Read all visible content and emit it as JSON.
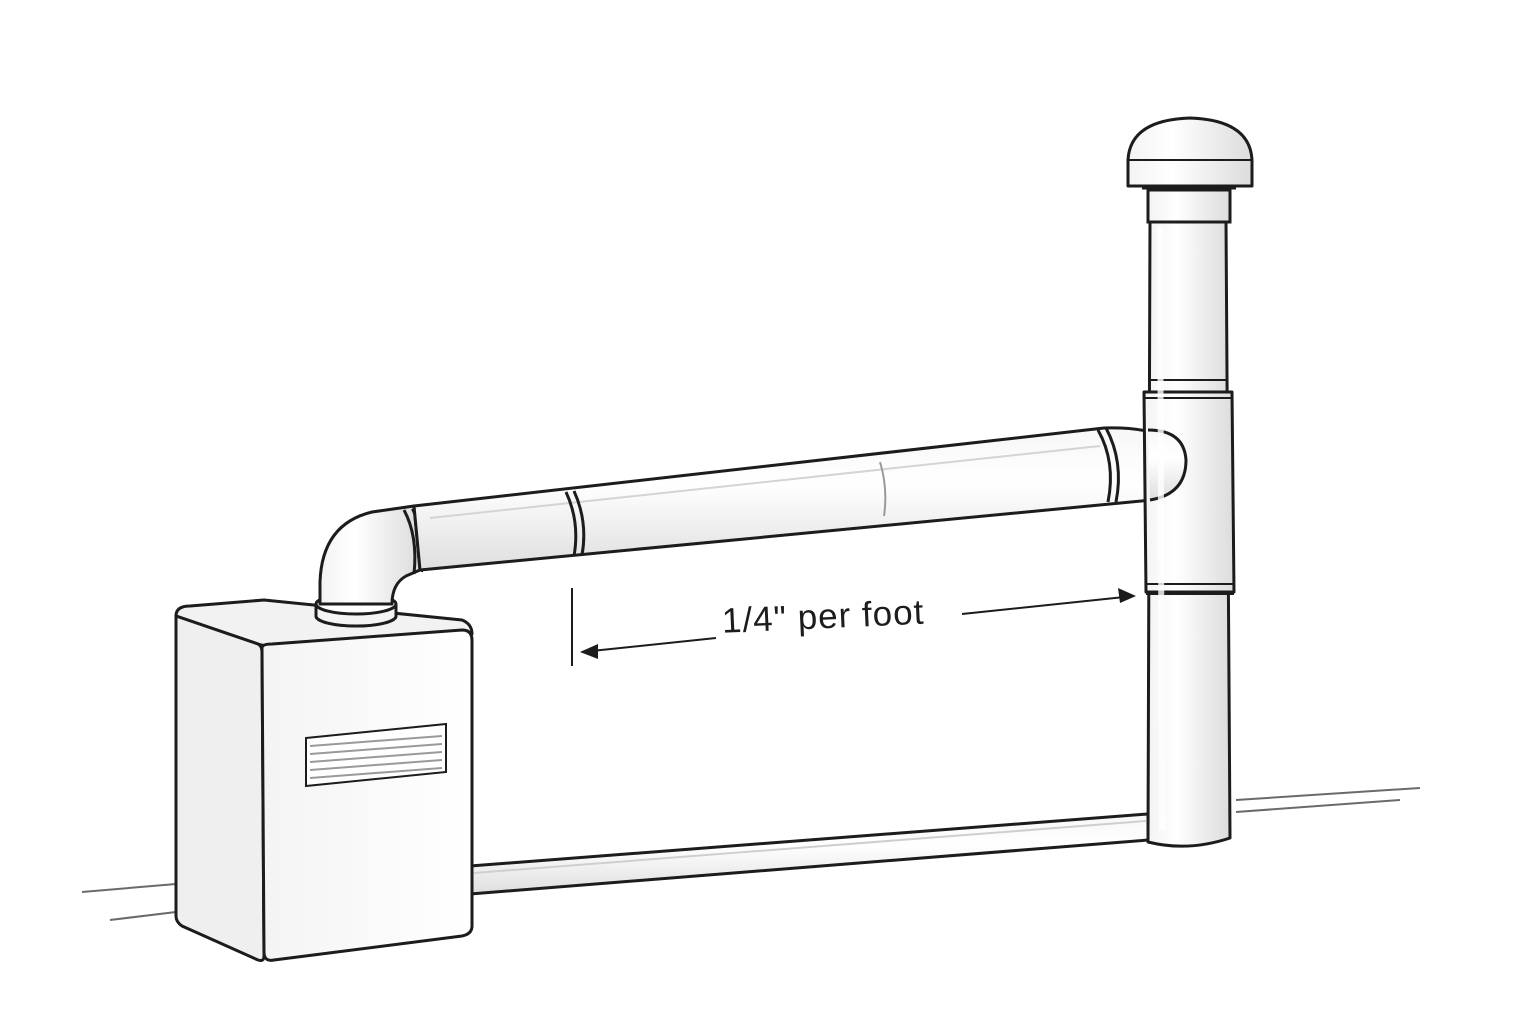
{
  "diagram": {
    "slope_label": "1/4\" per foot",
    "colors": {
      "outline": "#1c1c1c",
      "pipe_fill": "#ffffff",
      "pipe_shade": "#e9e9e9",
      "ground": "#6a6a6a"
    },
    "parts": [
      "water-heater",
      "vent-elbow",
      "horizontal-vent-pipe",
      "vertical-stack",
      "vent-cap",
      "bottom-drain-pipe"
    ]
  }
}
